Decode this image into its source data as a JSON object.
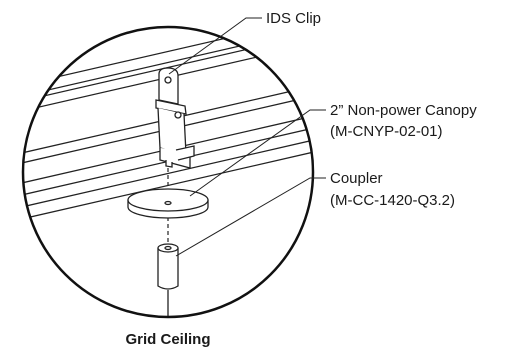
{
  "callouts": {
    "ids_clip": "IDS Clip",
    "canopy_name": "2” Non-power Canopy",
    "canopy_part": "(M-CNYP-02-01)",
    "coupler_name": "Coupler",
    "coupler_part": "(M-CC-1420-Q3.2)"
  },
  "caption": "Grid Ceiling"
}
